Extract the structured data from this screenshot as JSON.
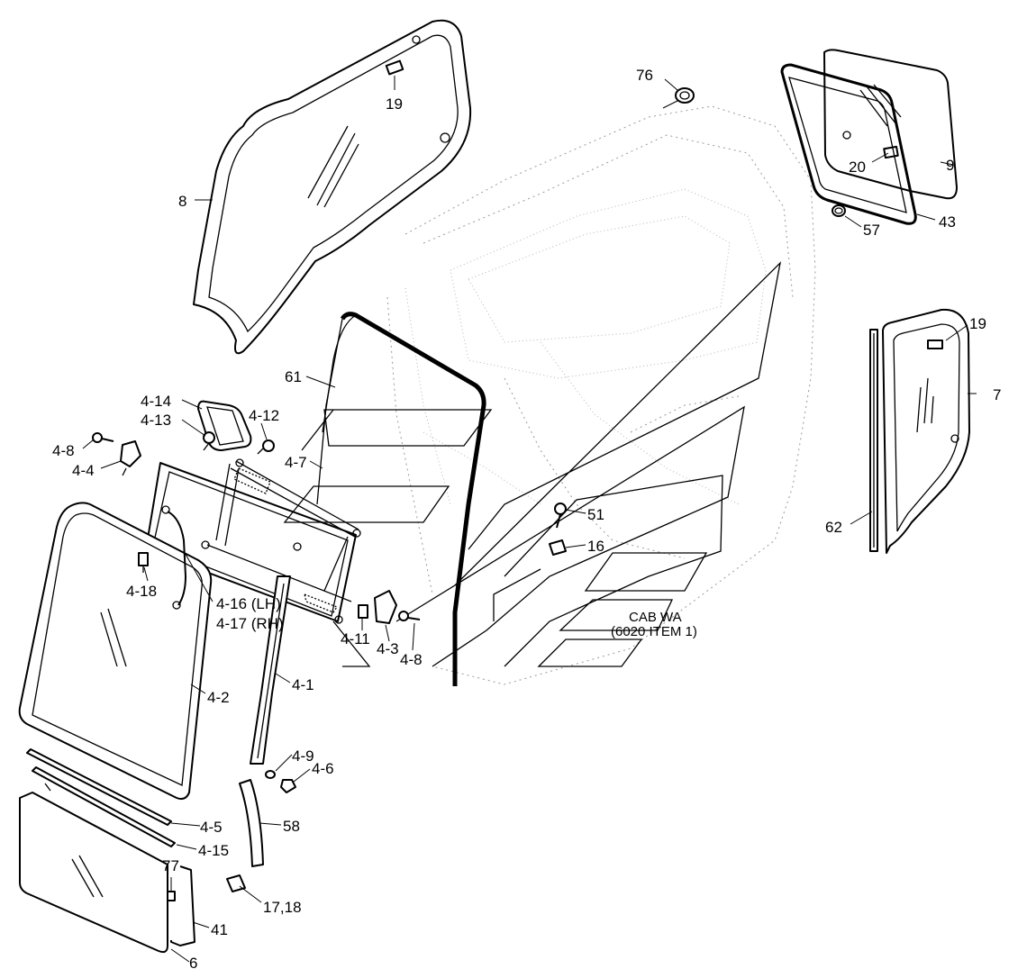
{
  "diagram": {
    "callouts": [
      {
        "id": "c-19-top",
        "text": "19"
      },
      {
        "id": "c-8",
        "text": "8"
      },
      {
        "id": "c-76",
        "text": "76"
      },
      {
        "id": "c-20",
        "text": "20"
      },
      {
        "id": "c-9",
        "text": "9"
      },
      {
        "id": "c-43",
        "text": "43"
      },
      {
        "id": "c-57",
        "text": "57"
      },
      {
        "id": "c-19-right",
        "text": "19"
      },
      {
        "id": "c-7",
        "text": "7"
      },
      {
        "id": "c-62",
        "text": "62"
      },
      {
        "id": "c-61",
        "text": "61"
      },
      {
        "id": "c-4-14",
        "text": "4-14"
      },
      {
        "id": "c-4-13",
        "text": "4-13"
      },
      {
        "id": "c-4-12",
        "text": "4-12"
      },
      {
        "id": "c-4-8-left",
        "text": "4-8"
      },
      {
        "id": "c-4-4",
        "text": "4-4"
      },
      {
        "id": "c-4-7",
        "text": "4-7"
      },
      {
        "id": "c-51",
        "text": "51"
      },
      {
        "id": "c-16",
        "text": "16"
      },
      {
        "id": "c-4-18",
        "text": "4-18"
      },
      {
        "id": "c-4-16",
        "text": "4-16 (LH)"
      },
      {
        "id": "c-4-17",
        "text": "4-17 (RH)"
      },
      {
        "id": "c-4-11",
        "text": "4-11"
      },
      {
        "id": "c-4-3",
        "text": "4-3"
      },
      {
        "id": "c-4-8-mid",
        "text": "4-8"
      },
      {
        "id": "c-cab-wa",
        "text": "CAB WA"
      },
      {
        "id": "c-6020",
        "text": "(6020 ITEM 1)"
      },
      {
        "id": "c-4-1",
        "text": "4-1"
      },
      {
        "id": "c-4-2",
        "text": "4-2"
      },
      {
        "id": "c-4-9",
        "text": "4-9"
      },
      {
        "id": "c-4-6",
        "text": "4-6"
      },
      {
        "id": "c-4-5",
        "text": "4-5"
      },
      {
        "id": "c-4-15",
        "text": "4-15"
      },
      {
        "id": "c-58",
        "text": "58"
      },
      {
        "id": "c-77",
        "text": "77"
      },
      {
        "id": "c-17-18",
        "text": "17,18"
      },
      {
        "id": "c-41",
        "text": "41"
      },
      {
        "id": "c-6",
        "text": "6"
      }
    ]
  }
}
